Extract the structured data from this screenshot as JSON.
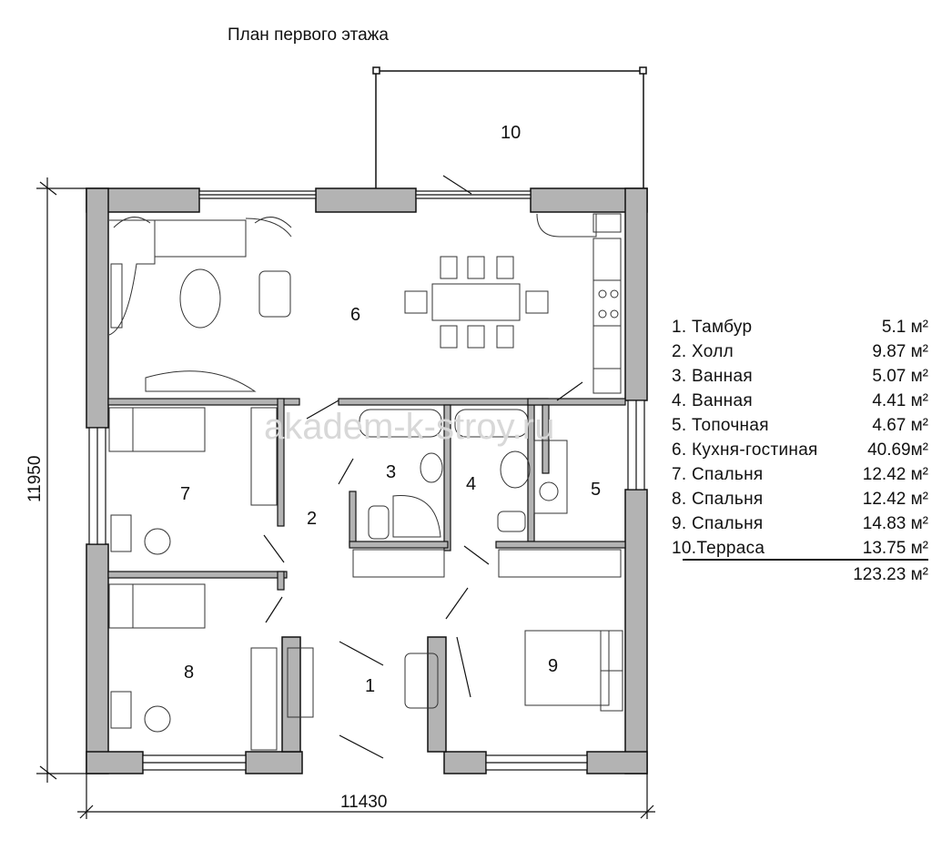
{
  "title": "План первого этажа",
  "watermark": "akadem-k-stroy.ru",
  "dimensions": {
    "width": "11430",
    "height": "11950"
  },
  "rooms": [
    {
      "number": "1"
    },
    {
      "number": "2"
    },
    {
      "number": "3"
    },
    {
      "number": "4"
    },
    {
      "number": "5"
    },
    {
      "number": "6"
    },
    {
      "number": "7"
    },
    {
      "number": "8"
    },
    {
      "number": "9"
    },
    {
      "number": "10"
    }
  ],
  "legend": [
    {
      "name": "1. Тамбур",
      "area": "5.1 м²"
    },
    {
      "name": "2.  Холл",
      "area": "9.87 м²"
    },
    {
      "name": "3. Ванная",
      "area": "5.07 м²"
    },
    {
      "name": "4. Ванная",
      "area": "4.41 м²"
    },
    {
      "name": "5. Топочная",
      "area": "4.67 м²"
    },
    {
      "name": "6.  Кухня-гостиная",
      "area": "40.69м²"
    },
    {
      "name": "7. Спальня",
      "area": "12.42 м²"
    },
    {
      "name": "8. Спальня",
      "area": "12.42 м²"
    },
    {
      "name": "9. Спальня",
      "area": "14.83 м²"
    },
    {
      "name": "10.Терраса",
      "area": "13.75 м²"
    }
  ],
  "total_area": "123.23 м²",
  "colors": {
    "wall": "#b3b3b3",
    "line": "#111111",
    "background": "#ffffff",
    "watermark": "#d8d8d8"
  }
}
